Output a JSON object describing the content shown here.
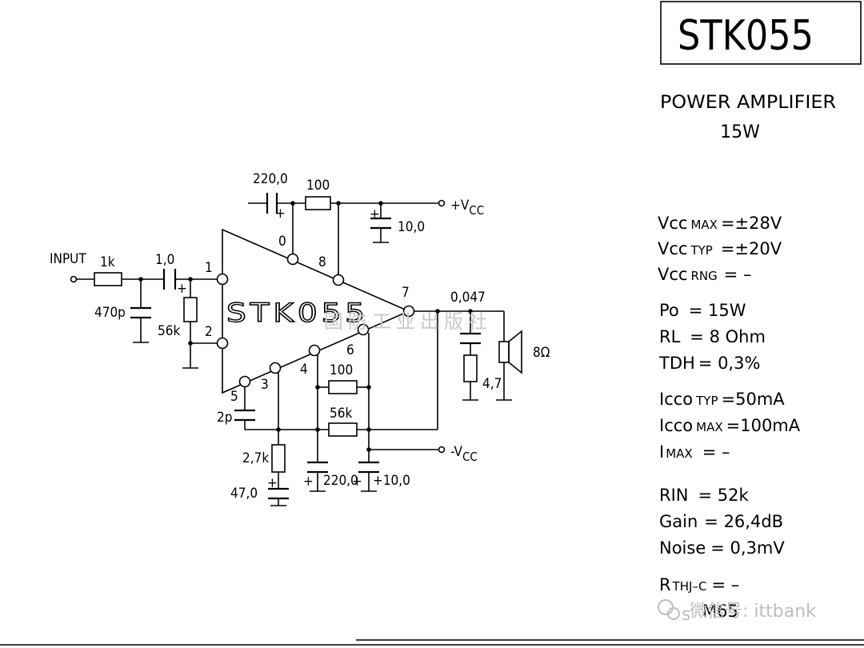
{
  "part_number": "STK055",
  "description_line1": "POWER AMPLIFIER",
  "description_line2": "15W",
  "chip_label": "STK055",
  "watermark_publisher": "国防工业出版社",
  "watermark_account": "微信号: ittbank",
  "watermark_account_tail": "s",
  "components": {
    "input": "INPUT",
    "r_in": "1k",
    "c_in": "1,0",
    "c_470p": "470p",
    "r_56k_bias": "56k",
    "c_boot": "220,0",
    "r_100_top": "100",
    "vcc_pos": "+V",
    "vcc_sub": "CC",
    "c_10_top": "10,0",
    "c_0047": "0,047",
    "r_47": "4,7",
    "speaker": "8Ω",
    "c_2p": "2p",
    "r_27k": "2,7k",
    "c_47": "47,0",
    "r_100_fb": "100",
    "r_56k_fb": "56k",
    "c_220_bot": "220,0",
    "c_10_bot": "+10,0",
    "vcc_neg": "-V",
    "vcc_neg_sub": "CC"
  },
  "pins": [
    "1",
    "2",
    "0",
    "8",
    "7",
    "6",
    "4",
    "3",
    "5"
  ],
  "specs": {
    "vcc_max": {
      "name": "Vcc",
      "sub": "MAX",
      "value": "=±28V"
    },
    "vcc_typ": {
      "name": "Vcc",
      "sub": "TYP",
      "value": "=±20V"
    },
    "vcc_rng": {
      "name": "Vcc",
      "sub": "RNG",
      "value": "= –"
    },
    "po": {
      "name": "Po",
      "sub": "",
      "value": "= 15W"
    },
    "rl": {
      "name": "RL",
      "sub": "",
      "value": "= 8 Ohm"
    },
    "tdh": {
      "name": "TDH",
      "sub": "",
      "value": "= 0,3%"
    },
    "icco_typ": {
      "name": "Icco",
      "sub": "TYP",
      "value": "=50mA"
    },
    "icco_max": {
      "name": "Icco",
      "sub": "MAX",
      "value": "=100mA"
    },
    "imax": {
      "name": "I",
      "sub": "MAX",
      "value": "= –"
    },
    "rin": {
      "name": "RIN",
      "sub": "",
      "value": "= 52k"
    },
    "gain": {
      "name": "Gain",
      "sub": "",
      "value": "= 26,4dB"
    },
    "noise": {
      "name": "Noise",
      "sub": "",
      "value": "= 0,3mV"
    },
    "rthj": {
      "name": "R",
      "sub": "THJ–C",
      "value": "= –"
    },
    "case": {
      "name": "",
      "sub": "",
      "value": "M65"
    }
  }
}
